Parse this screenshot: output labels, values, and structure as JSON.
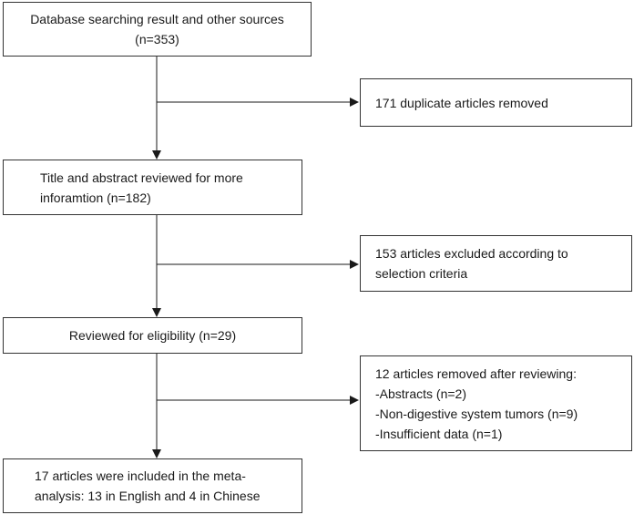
{
  "flow": {
    "identification": {
      "line1": "Database searching result and other sources",
      "line2": "(n=353)"
    },
    "duplicates": {
      "line1": "171 duplicate articles removed"
    },
    "screening": {
      "line1": "Title and abstract reviewed for more",
      "line2": "inforamtion (n=182)"
    },
    "excluded": {
      "line1": "153 articles excluded  according to",
      "line2": "selection criteria"
    },
    "eligibility": {
      "line1": "Reviewed for eligibility (n=29)"
    },
    "removed": {
      "line1": "12 articles removed after reviewing:",
      "line2": "-Abstracts (n=2)",
      "line3": "-Non-digestive system tumors (n=9)",
      "line4": "-Insufficient data (n=1)"
    },
    "included": {
      "line1": "17 articles were included in the meta-",
      "line2": "analysis: 13 in English and 4 in Chinese"
    }
  }
}
